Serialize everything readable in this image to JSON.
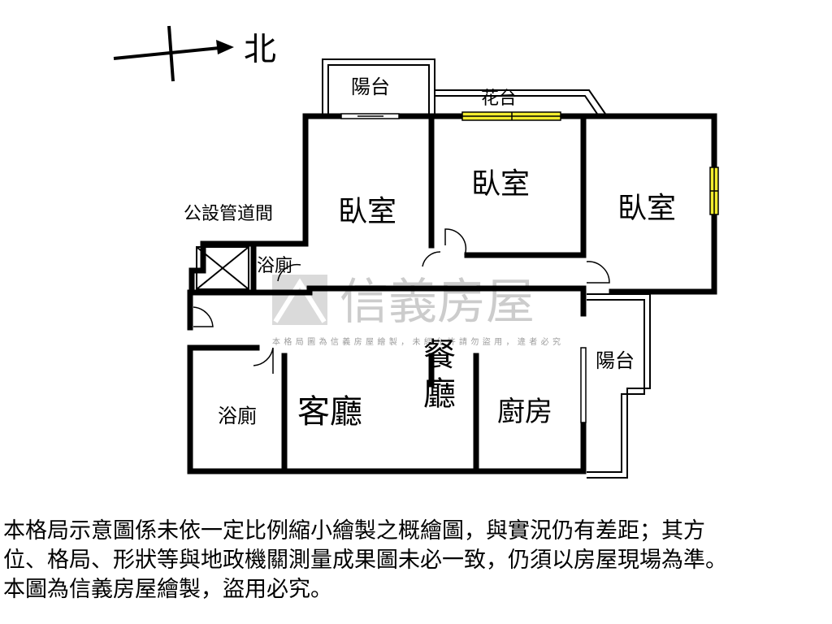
{
  "compass": {
    "label": "北"
  },
  "rooms": {
    "balcony_top": "陽台",
    "flower_bed": "花台",
    "bedroom_1": "臥室",
    "bedroom_2": "臥室",
    "bedroom_3": "臥室",
    "utility_shaft": "公設管道間",
    "bathroom_upper": "浴廁",
    "bathroom_lower": "浴廁",
    "living_room": "客廳",
    "dining_room": "餐廳",
    "kitchen": "廚房",
    "balcony_right": "陽台"
  },
  "watermark": {
    "brand": "信義房屋",
    "notice": "本格局圖為信義房屋繪製，未經允許請勿盜用，違者必究"
  },
  "disclaimer": {
    "line1": "本格局示意圖係未依一定比例縮小繪製之概繪圖，與實況仍有差距；其方",
    "line2": "位、格局、形狀等與地政機關測量成果圖未必一致，仍須以房屋現場為準。",
    "line3": "本圖為信義房屋繪製，盜用必究。"
  },
  "colors": {
    "wall": "#000000",
    "window": "#f2ec2e",
    "watermark": "#b5b5b5"
  }
}
